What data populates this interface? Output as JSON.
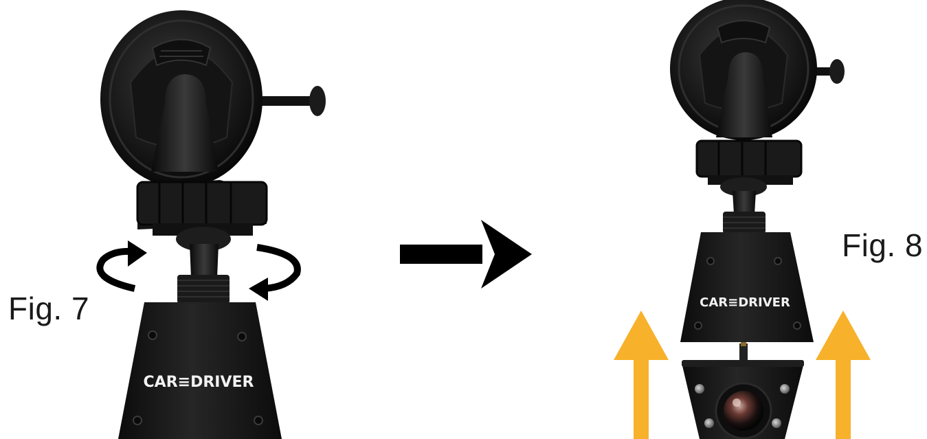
{
  "figures": [
    {
      "label": "Fig. 7",
      "brand": "CAR≡DRIVER"
    },
    {
      "label": "Fig. 8",
      "brand": "CAR≡DRIVER"
    }
  ],
  "icons": {
    "rotate": "curved-rotation-arrows-icon",
    "transition": "right-arrow-icon",
    "insert": "up-arrow-icon"
  },
  "colors": {
    "device": "#141414",
    "arrow_black": "#000000",
    "arrow_orange": "#f7b12a",
    "background": "#ffffff"
  }
}
